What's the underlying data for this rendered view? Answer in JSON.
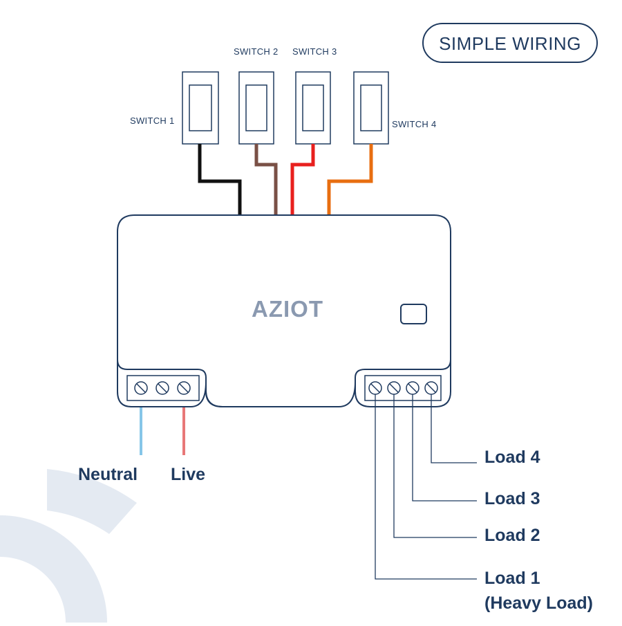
{
  "badge": {
    "label": "SIMPLE WIRING"
  },
  "device": {
    "logo": "AZIOT"
  },
  "switches": [
    {
      "label": "SWITCH 1",
      "wire_color": "#111111"
    },
    {
      "label": "SWITCH 2",
      "wire_color": "#7a5046"
    },
    {
      "label": "SWITCH 3",
      "wire_color": "#e8201e"
    },
    {
      "label": "SWITCH 4",
      "wire_color": "#e86e10"
    }
  ],
  "inputs": [
    {
      "label": "Neutral",
      "wire_color": "#86c6e8"
    },
    {
      "label": "Live",
      "wire_color": "#e87878"
    }
  ],
  "loads": [
    {
      "label": "Load 4"
    },
    {
      "label": "Load 3"
    },
    {
      "label": "Load 2"
    },
    {
      "label": "Load 1"
    }
  ],
  "loads_note": "(Heavy Load)",
  "colors": {
    "outline": "#1f3a5f",
    "decor": "#e4eaf2",
    "logo": "#8a99b0"
  }
}
